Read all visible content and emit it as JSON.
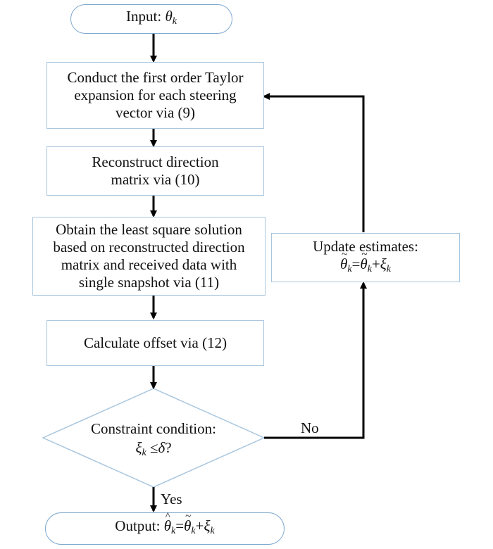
{
  "nodes": {
    "input": {
      "prefix": "Input: ",
      "sym": "θ",
      "sub": "k"
    },
    "taylor": {
      "lines": [
        "Conduct the first order Taylor",
        "expansion for each steering",
        "vector via (9)"
      ]
    },
    "reconstruct": {
      "lines": [
        "Reconstruct direction",
        "matrix via (10)"
      ]
    },
    "least_square": {
      "lines": [
        "Obtain the least square solution",
        "based on reconstructed direction",
        "matrix and received data with",
        "single snapshot via (11)"
      ]
    },
    "offset": {
      "label": "Calculate offset via (12)"
    },
    "constraint": {
      "line1": "Constraint condition:",
      "xi": "ξ",
      "sub": "k",
      "rel": " ≤",
      "delta": "δ",
      "q": "?"
    },
    "update": {
      "title": "Update estimates:",
      "theta": "θ",
      "sub": "k",
      "eq": "=",
      "plus": "+",
      "xi": "ξ",
      "tilde": "~"
    },
    "output": {
      "prefix": "Output: ",
      "theta": "θ",
      "sub": "k",
      "eq": "=",
      "plus": "+",
      "xi": "ξ",
      "hat": "^",
      "tilde": "~"
    }
  },
  "edges": {
    "no_label": "No",
    "yes_label": "Yes"
  },
  "colors": {
    "arrow": "#000000",
    "box_border": "#a9c6df",
    "terminal_border": "#7fa9cf"
  }
}
